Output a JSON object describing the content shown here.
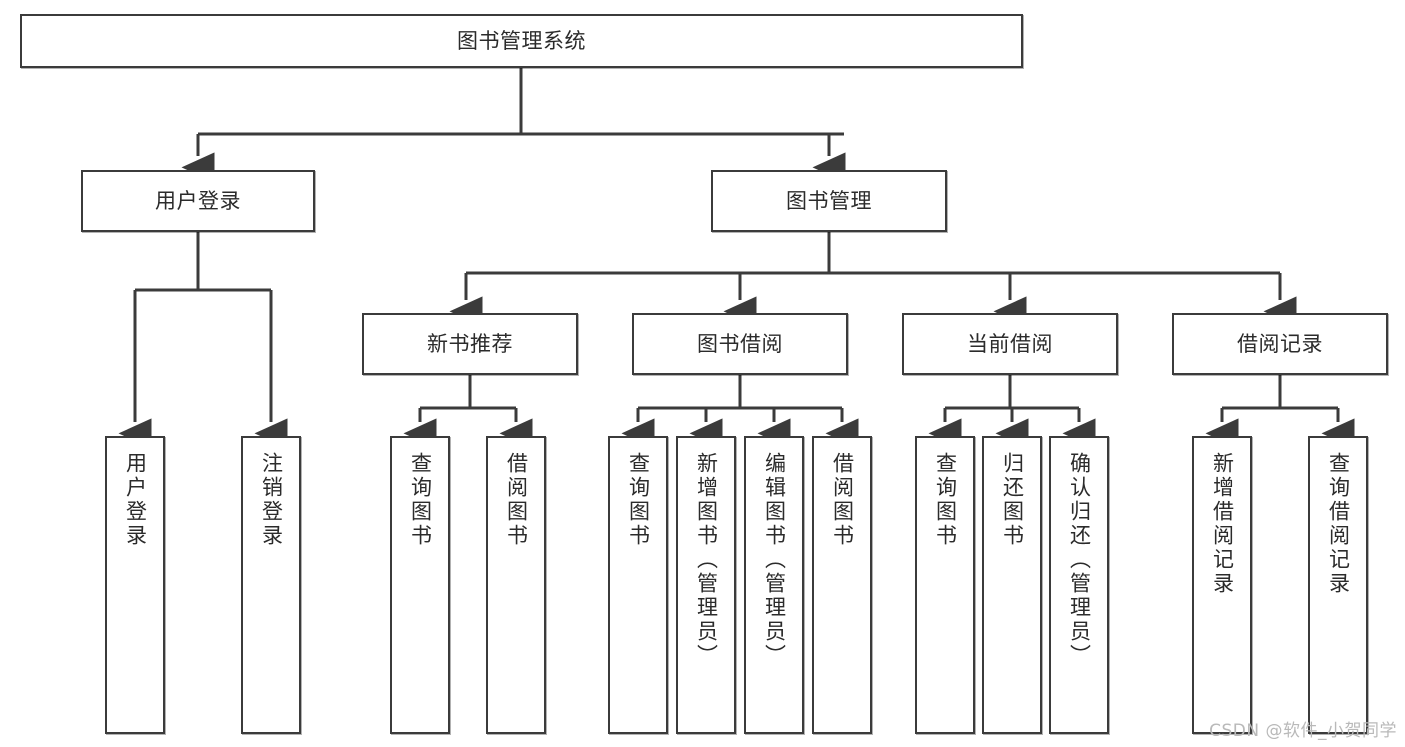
{
  "diagram": {
    "title": "图书管理系统",
    "type": "tree-hierarchy-diagram",
    "colors": {
      "box_border": "#3b3b3b",
      "box_fill": "#ffffff",
      "edge": "#3b3b3b",
      "text": "#2b2b2b",
      "watermark": "#b9b9b9",
      "background": "#ffffff"
    },
    "root": {
      "label": "图书管理系统"
    },
    "level1": [
      {
        "label": "用户登录"
      },
      {
        "label": "图书管理"
      }
    ],
    "level2": [
      {
        "label": "新书推荐"
      },
      {
        "label": "图书借阅"
      },
      {
        "label": "当前借阅"
      },
      {
        "label": "借阅记录"
      }
    ],
    "leaves": {
      "user_login": [
        {
          "label": "用户登录"
        },
        {
          "label": "注销登录"
        }
      ],
      "new_book_recommend": [
        {
          "label": "查询图书"
        },
        {
          "label": "借阅图书"
        }
      ],
      "book_borrow": [
        {
          "label": "查询图书"
        },
        {
          "label": "新增图书（管理员）"
        },
        {
          "label": "编辑图书（管理员）"
        },
        {
          "label": "借阅图书"
        }
      ],
      "current_borrow": [
        {
          "label": "查询图书"
        },
        {
          "label": "归还图书"
        },
        {
          "label": "确认归还（管理员）"
        }
      ],
      "borrow_record": [
        {
          "label": "新增借阅记录"
        },
        {
          "label": "查询借阅记录"
        }
      ]
    }
  },
  "watermark": {
    "text": "CSDN @软件_小贺同学"
  }
}
